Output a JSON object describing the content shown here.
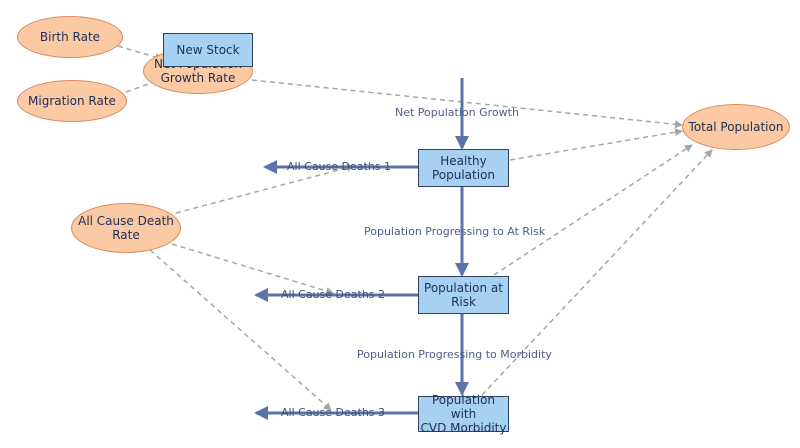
{
  "nodes": {
    "birth_rate": "Birth Rate",
    "migration_rate": "Migration Rate",
    "net_growth_rate_line1": "Net Population",
    "net_growth_rate_line2": "Growth Rate",
    "new_stock": "New Stock",
    "total_population": "Total Population",
    "all_cause_death_rate_line1": "All Cause Death",
    "all_cause_death_rate_line2": "Rate",
    "healthy_population_line1": "Healthy",
    "healthy_population_line2": "Population",
    "population_at_risk_line1": "Population at",
    "population_at_risk_line2": "Risk",
    "population_cvd_line1": "Population with",
    "population_cvd_line2": "CVD Morbidity"
  },
  "flows": {
    "net_population_growth": "Net Population Growth",
    "progressing_at_risk": "Population Progressing to At Risk",
    "progressing_morbidity": "Population Progressing to Morbidity",
    "deaths_1": "All Cause Deaths 1",
    "deaths_2": "All Cause Deaths 2",
    "deaths_3": "All Cause Deaths 3"
  },
  "colors": {
    "aux_fill": "#fbc9a4",
    "aux_border": "#d98a5b",
    "stock_fill": "#a6d1f3",
    "flow_pipe": "#5b73a8",
    "link_dash": "#a6a6a6"
  }
}
